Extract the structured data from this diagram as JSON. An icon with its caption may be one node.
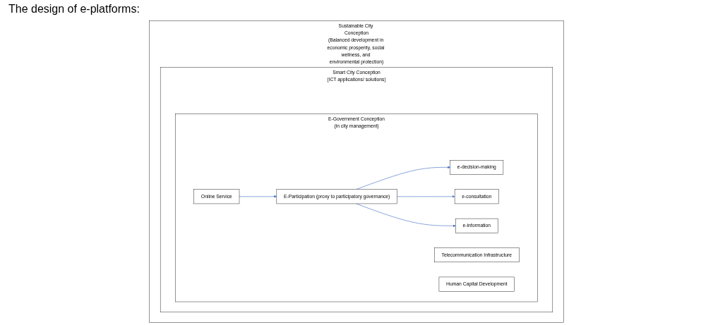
{
  "diagram": {
    "nodes": [
      {
        "text": [
          "Sustainable City Conception",
          "(Balanced development in economic prosperity, social wellness, and environmental protection)"
        ]
      },
      {
        "text": [
          "Smart City Conception",
          "(ICT applications/ solutions)"
        ],
        "in": 0
      },
      {
        "text": [
          "E-Government Conception",
          "(in city management)"
        ],
        "in": 1
      },
      {
        "text": [
          "Online Service"
        ],
        "in": 2
      },
      {
        "text": [
          "Telecommunication Infrastructure"
        ],
        "in": 2
      },
      {
        "text": [
          "Human Capital Development"
        ],
        "in": 2
      },
      {
        "text": [
          "E-Participation (proxy to participatory governance)"
        ],
        "in": 2
      },
      {
        "text": [
          "e-decision-making"
        ],
        "in": 2
      },
      {
        "text": [
          "e-consultation"
        ],
        "in": 2
      },
      {
        "text": [
          "e-information"
        ],
        "in": 2
      }
    ],
    "edges": [
      {
        "from": 3,
        "to": 6,
        "arrow": "to"
      },
      {
        "from": 6,
        "to": 7,
        "arrow": "to"
      },
      {
        "from": 6,
        "to": 8,
        "arrow": "to"
      },
      {
        "from": 6,
        "to": 9,
        "arrow": "to"
      }
    ],
    "labels": [
      "The design of e-platforms:"
    ]
  }
}
